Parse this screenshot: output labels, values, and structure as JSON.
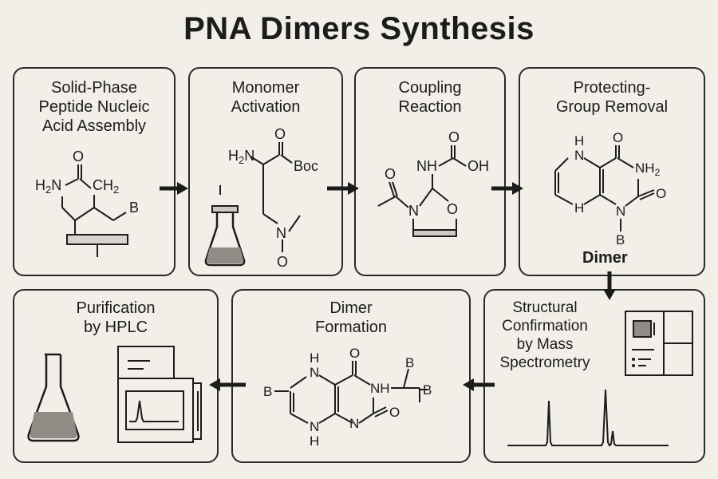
{
  "title": "PNA Dimers Synthesis",
  "steps": [
    {
      "lines": [
        "Solid-Phase",
        "Peptide Nucleic",
        "Acid Assembly"
      ]
    },
    {
      "lines": [
        "Monomer",
        "Activation"
      ]
    },
    {
      "lines": [
        "Coupling",
        "Reaction"
      ]
    },
    {
      "lines": [
        "Protecting-",
        "Group Removal"
      ]
    },
    {
      "lines": [
        "Structural",
        "Confirmation",
        "by Mass",
        "Spectrometry"
      ]
    },
    {
      "lines": [
        "Dimer",
        "Formation"
      ]
    },
    {
      "lines": [
        "Purification",
        "by HPLC"
      ]
    }
  ],
  "dimer_label": "Dimer",
  "chem": {
    "s1": {
      "nh2": "H",
      "n": "N",
      "o": "O",
      "ch": "CH",
      "b": "B",
      "two": "2"
    },
    "s2": {
      "h2n": "H2N",
      "o": "O",
      "boc": "Boc",
      "n": "N",
      "o2": "O"
    },
    "s3": {
      "o": "O",
      "o2": "O",
      "nh": "NH",
      "oh": "OH",
      "n": "N",
      "o3": "O"
    },
    "s4": {
      "h": "H",
      "n": "N",
      "o": "O",
      "nh2": "NH",
      "two": "2",
      "n2": "N",
      "o2": "O",
      "b": "B"
    },
    "s6": {
      "h": "H",
      "n": "N",
      "o": "O",
      "b1": "B",
      "b2": "B",
      "b3": "B",
      "nh": "NH",
      "n2": "N"
    }
  }
}
